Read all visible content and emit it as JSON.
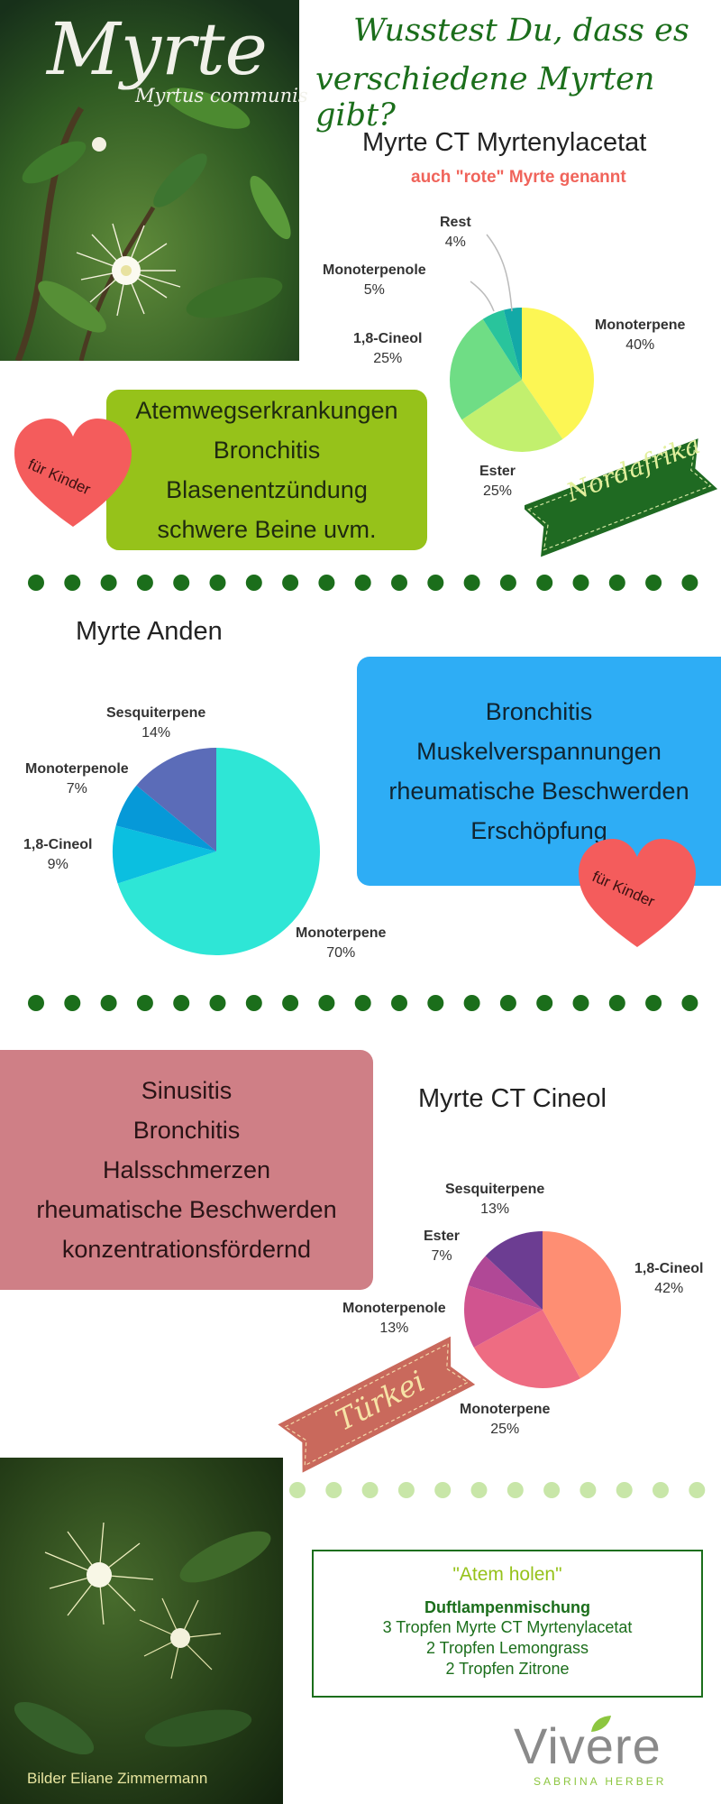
{
  "header": {
    "brand_title": "Myrte",
    "brand_subtitle": "Myrtus communis",
    "headline_line1": "Wusstest Du, dass es",
    "headline_line2": "verschiedene Myrten gibt?"
  },
  "colors": {
    "green_dark": "#1b6e1b",
    "green_lime": "#96c21a",
    "blue": "#2eadf5",
    "rose": "#cf7f86",
    "heart": "#f45c5c",
    "ribbon_green": "#1f6a22",
    "ribbon_brown": "#c9695c",
    "light_dots": "#c8e6a8"
  },
  "section1": {
    "chart_title": "Myrte CT Myrtenylacetat",
    "chart_subtitle": "auch \"rote\" Myrte genannt",
    "heart_label": "für Kinder",
    "ribbon_label": "Nordafrika",
    "indications": [
      "Atemwegserkrankungen",
      "Bronchitis",
      "Blasenentzündung",
      "schwere Beine uvm."
    ]
  },
  "section2": {
    "chart_title": "Myrte Anden",
    "heart_label": "für Kinder",
    "indications": [
      "Bronchitis",
      "Muskelverspannungen",
      "rheumatische Beschwerden",
      "Erschöpfung"
    ]
  },
  "section3": {
    "chart_title": "Myrte CT Cineol",
    "ribbon_label": "Türkei",
    "indications": [
      "Sinusitis",
      "Bronchitis",
      "Halsschmerzen",
      "rheumatische Beschwerden",
      "konzentrationsfördernd"
    ]
  },
  "recipe": {
    "title": "\"Atem holen\"",
    "subtitle": "Duftlampenmischung",
    "lines": [
      "3 Tropfen Myrte CT Myrtenylacetat",
      "2 Tropfen Lemongrass",
      "2 Tropfen Zitrone"
    ]
  },
  "footer": {
    "photo_credit": "Bilder Eliane Zimmermann",
    "logo_text": "Vivere",
    "logo_subtext": "SABRINA HERBER"
  },
  "chart_data": [
    {
      "type": "pie",
      "title": "Myrte CT Myrtenylacetat",
      "labels": [
        "Monoterpene",
        "Ester",
        "1,8-Cineol",
        "Monoterpenole",
        "Rest"
      ],
      "values": [
        40,
        25,
        25,
        5,
        4
      ],
      "display": [
        "40%",
        "25%",
        "25%",
        "5%",
        "4%"
      ],
      "colors": [
        "#fcf654",
        "#c2f06e",
        "#6fdd85",
        "#29c49c",
        "#13a9a7"
      ]
    },
    {
      "type": "pie",
      "title": "Myrte Anden",
      "labels": [
        "Monoterpene",
        "1,8-Cineol",
        "Monoterpenole",
        "Sesquiterpene"
      ],
      "values": [
        70,
        9,
        7,
        14
      ],
      "display": [
        "70%",
        "9%",
        "7%",
        "14%"
      ],
      "colors": [
        "#2ee6d6",
        "#0bbfe0",
        "#0699d8",
        "#5b6cb8"
      ]
    },
    {
      "type": "pie",
      "title": "Myrte CT Cineol",
      "labels": [
        "1,8-Cineol",
        "Monoterpene",
        "Monoterpenole",
        "Ester",
        "Sesquiterpene"
      ],
      "values": [
        42,
        25,
        13,
        7,
        13
      ],
      "display": [
        "42%",
        "25%",
        "13%",
        "7%",
        "13%"
      ],
      "colors": [
        "#fe8e73",
        "#ee6c82",
        "#d1548f",
        "#b04896",
        "#6c3d92"
      ]
    }
  ]
}
